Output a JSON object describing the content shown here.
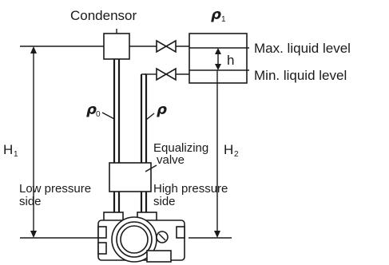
{
  "labels": {
    "condensor": "Condensor",
    "max_level": "Max. liquid level",
    "min_level": "Min. liquid level",
    "h": "h",
    "H1": "H",
    "H1_sub": "1",
    "H2": "H",
    "H2_sub": "2",
    "rho0": "ρ",
    "rho0_sub": "0",
    "rho": "ρ",
    "rho1": "ρ",
    "rho1_sub": "1",
    "equalizing_1": "Equalizing",
    "equalizing_2": "valve",
    "low_pressure_1": "Low pressure",
    "low_pressure_2": "side",
    "high_pressure_1": "High pressure",
    "high_pressure_2": "side"
  }
}
